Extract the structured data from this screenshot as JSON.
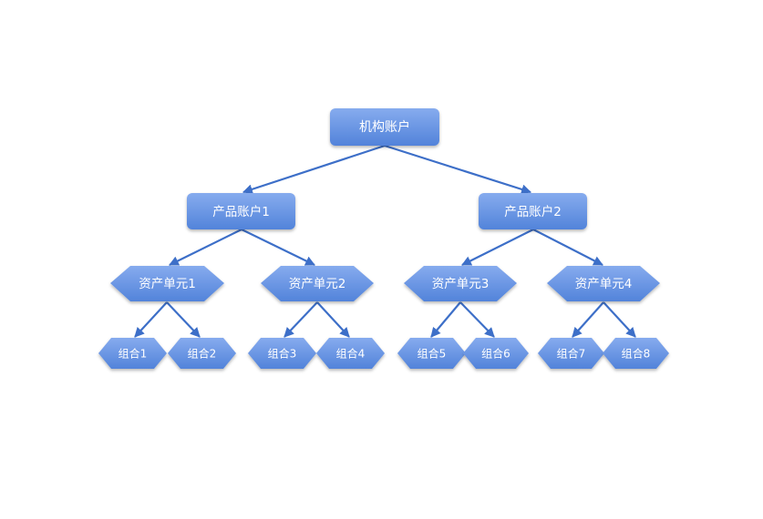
{
  "colors": {
    "fill": "#5a88dc",
    "fill_light": "#7ea5ea",
    "line": "#3d6fc8",
    "text": "#ffffff"
  },
  "diagram": {
    "root": "机构账户",
    "products": [
      "产品账户1",
      "产品账户2"
    ],
    "units": [
      "资产单元1",
      "资产单元2",
      "资产单元3",
      "资产单元4"
    ],
    "groups": [
      "组合1",
      "组合2",
      "组合3",
      "组合4",
      "组合5",
      "组合6",
      "组合7",
      "组合8"
    ]
  }
}
